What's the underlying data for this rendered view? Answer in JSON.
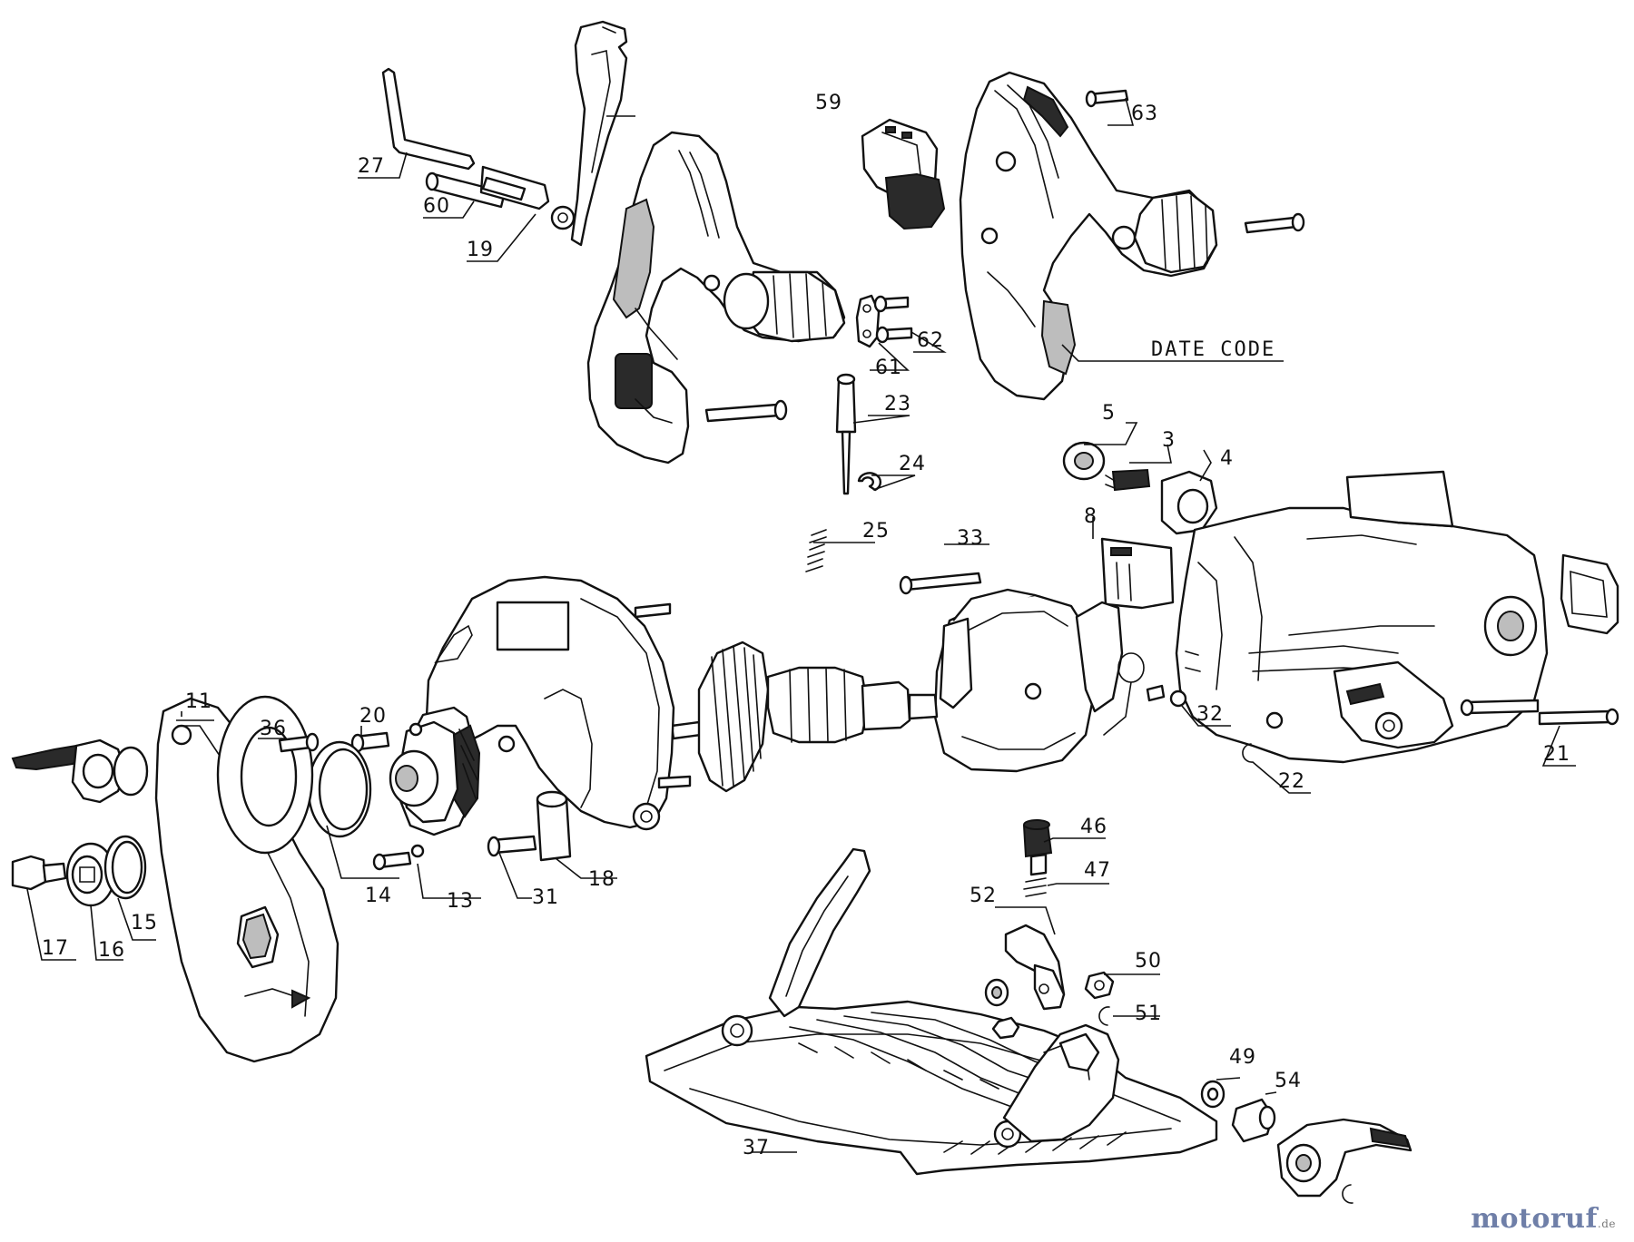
{
  "callouts": {
    "c3": "3",
    "c4": "4",
    "c5": "5",
    "c8": "8",
    "c11": "11",
    "c13": "13",
    "c14": "14",
    "c15": "15",
    "c16": "16",
    "c17": "17",
    "c18": "18",
    "c19": "19",
    "c20": "20",
    "c21": "21",
    "c22": "22",
    "c23": "23",
    "c24": "24",
    "c25": "25",
    "c27": "27",
    "c31": "31",
    "c32": "32",
    "c33": "33",
    "c36": "36",
    "c37": "37",
    "c46": "46",
    "c47": "47",
    "c49": "49",
    "c50": "50",
    "c51": "51",
    "c52": "52",
    "c54": "54",
    "c59": "59",
    "c60": "60",
    "c61": "61",
    "c62": "62",
    "c63": "63",
    "date_code": "DATE CODE"
  },
  "watermark": {
    "brand": "motoruf",
    "tld": ".de"
  }
}
